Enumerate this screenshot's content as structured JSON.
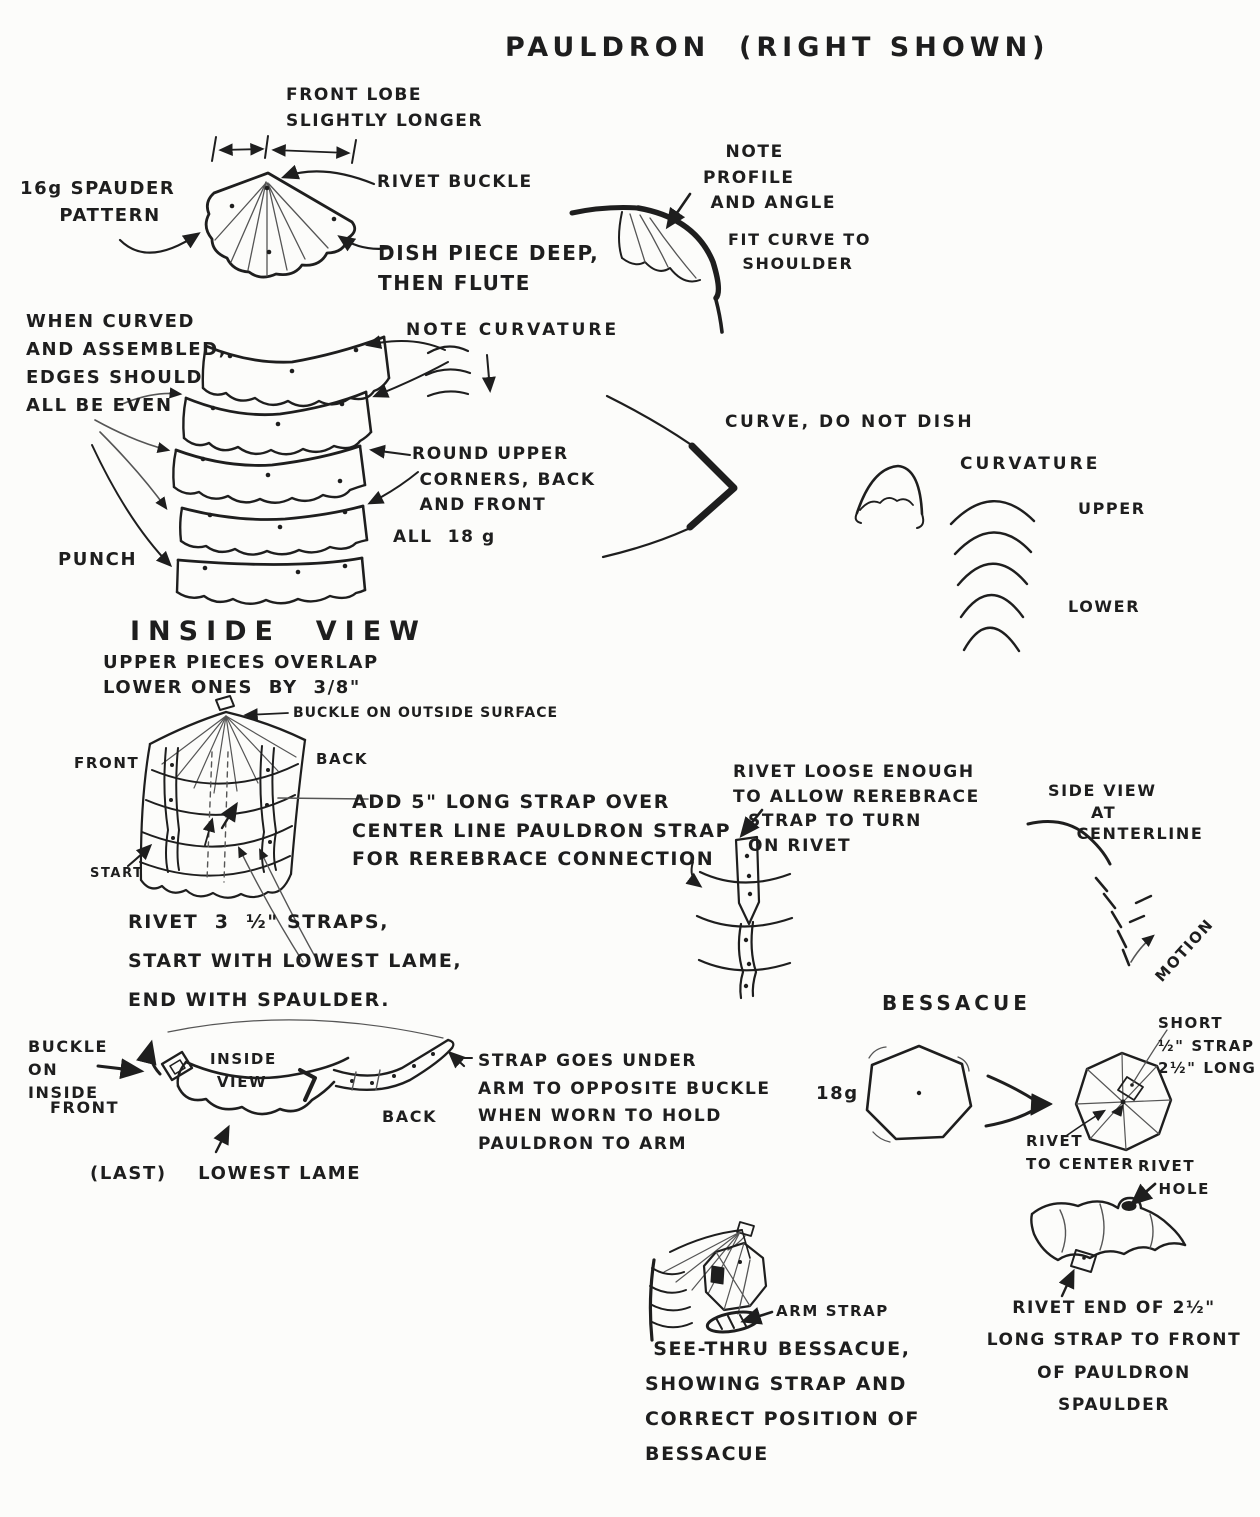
{
  "title": "PAULDRON  (RIGHT SHOWN)",
  "top": {
    "front_lobe": "FRONT LOBE\nSLIGHTLY LONGER",
    "spaulder_pattern": "16g SPAUDER\n     PATTERN",
    "rivet_buckle": "RIVET BUCKLE",
    "dish_piece": "DISH PIECE DEEP,\nTHEN FLUTE",
    "note_profile": "   NOTE\nPROFILE\n AND ANGLE",
    "fit_curve": "FIT CURVE TO\n  SHOULDER"
  },
  "lames": {
    "when_curved": "WHEN CURVED\nAND ASSEMBLED,\nEDGES SHOULD\nALL BE EVEN",
    "punch": "PUNCH",
    "note_curvature": "NOTE CURVATURE",
    "round_corners": "ROUND UPPER\n CORNERS, BACK\n AND FRONT",
    "all_gauge": "ALL  18 g"
  },
  "curvature": {
    "curve_not_dish": "CURVE, DO NOT DISH",
    "heading": "CURVATURE",
    "upper": "UPPER",
    "lower": "LOWER"
  },
  "inside": {
    "heading": "INSIDE  VIEW",
    "overlap": "UPPER PIECES OVERLAP\nLOWER ONES  BY  3/8\"",
    "buckle_outside": "BUCKLE ON OUTSIDE SURFACE",
    "front": "FRONT",
    "back": "BACK",
    "start": "START",
    "add_strap": "ADD 5\" LONG STRAP OVER\nCENTER LINE PAULDRON STRAP\nFOR REREBRACE CONNECTION",
    "rivet_straps": "RIVET  3  ½\" STRAPS,\nSTART WITH LOWEST LAME,\nEND WITH SPAULDER."
  },
  "rivet_note": "RIVET LOOSE ENOUGH\nTO ALLOW REREBRACE\n  STRAP TO TURN\n  ON RIVET",
  "side_view": {
    "label": "SIDE VIEW\n      AT\n    CENTERLINE",
    "motion": "MOTION"
  },
  "lowest_lame": {
    "buckle_inside": "BUCKLE\nON\nINSIDE",
    "front": "FRONT",
    "inside_view": "INSIDE\n VIEW",
    "back": "BACK",
    "strap_goes": "STRAP GOES UNDER\nARM TO OPPOSITE BUCKLE\nWHEN WORN TO HOLD\nPAULDRON TO ARM",
    "last_lowest": "(LAST)    LOWEST LAME"
  },
  "bessacue": {
    "heading": "BESSACUE",
    "gauge": "18g",
    "short_strap": "SHORT\n½\" STRAP\n2½\" LONG",
    "rivet_to_center": "RIVET\nTO CENTER",
    "rivet_hole": "RIVET\n   HOLE",
    "rivet_end": "RIVET END OF 2½\"\nLONG STRAP TO FRONT\nOF PAULDRON\nSPAULDER",
    "arm_strap": "ARM STRAP",
    "see_thru": " SEE-THRU BESSACUE,\nSHOWING STRAP AND\nCORRECT POSITION OF\nBESSACUE"
  },
  "colors": {
    "ink": "#1e1e1e",
    "ink_light": "#555555",
    "paper": "#fcfcfa"
  }
}
